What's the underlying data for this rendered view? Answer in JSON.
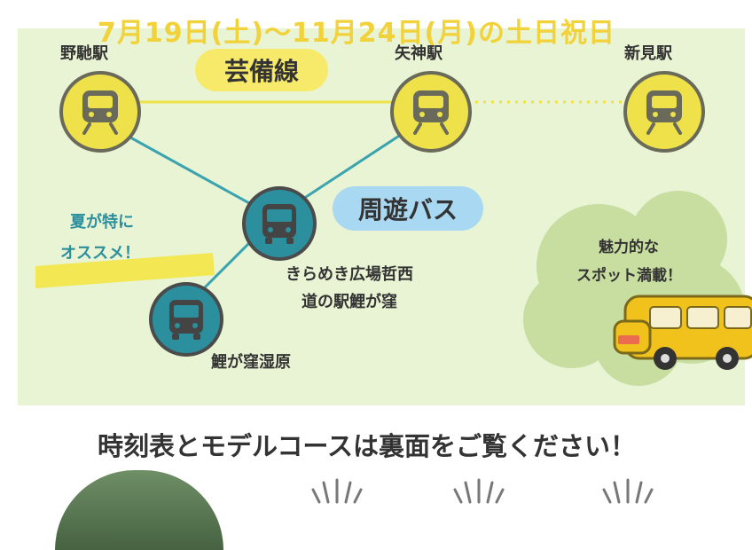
{
  "header": {
    "banner_text": "7月19日(土)～11月24日(月)の土日祝日"
  },
  "map": {
    "stations": {
      "nouchi": "野馳駅",
      "yagami": "矢神駅",
      "niimi": "新見駅"
    },
    "routes": {
      "geibi": "芸備線",
      "bus": "周遊バス"
    },
    "bus_stops": {
      "kirameki_line1": "きらめき広場哲西",
      "kirameki_line2": "道の駅鯉が窪",
      "koigakubo_marsh": "鯉が窪湿原"
    },
    "callouts": {
      "summer_line1": "夏が特に",
      "summer_line2": "オススメ！",
      "cloud_line1": "魅力的な",
      "cloud_line2": "スポット満載！"
    }
  },
  "footer": {
    "heading": "時刻表とモデルコースは裏面をご覧ください！"
  },
  "colors": {
    "panel": "#e8f4d3",
    "yellow": "#efe14a",
    "teal": "#2b8f9e",
    "bus_line": "#3ba3b0",
    "route_bubble_bus": "#a9d8f2",
    "route_bubble_geibi": "#f7ea6a"
  },
  "icons": [
    "train-icon",
    "bus-icon",
    "school-bus-illustration",
    "sparkle-icon"
  ]
}
